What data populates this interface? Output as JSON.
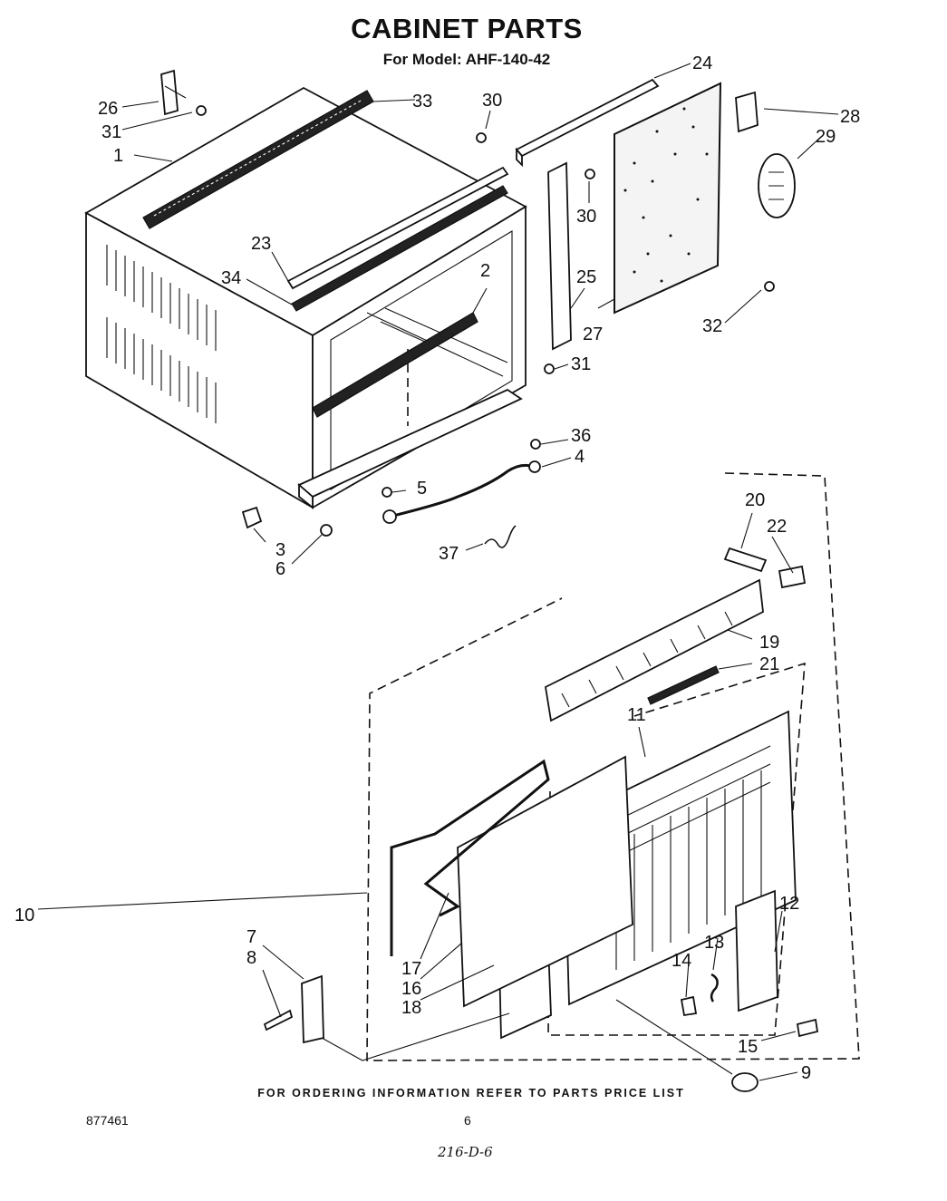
{
  "header": {
    "title": "CABINET PARTS",
    "subtitle": "For Model: AHF-140-42"
  },
  "footer": {
    "ordering_note": "FOR ORDERING INFORMATION REFER TO PARTS PRICE LIST",
    "document_number": "877461",
    "page_number": "6",
    "handwritten_note": "216-D-6"
  },
  "callouts": {
    "c1": "1",
    "c2": "2",
    "c3": "3",
    "c4": "4",
    "c5": "5",
    "c6": "6",
    "c7": "7",
    "c8": "8",
    "c9": "9",
    "c10": "10",
    "c11": "11",
    "c12": "12",
    "c13": "13",
    "c14": "14",
    "c15": "15",
    "c16": "16",
    "c17": "17",
    "c18": "18",
    "c19": "19",
    "c20": "20",
    "c21": "21",
    "c22": "22",
    "c23": "23",
    "c24": "24",
    "c25": "25",
    "c26": "26",
    "c27": "27",
    "c28": "28",
    "c29": "29",
    "c30a": "30",
    "c30b": "30",
    "c31a": "31",
    "c31b": "31",
    "c32": "32",
    "c33": "33",
    "c34": "34",
    "c36": "36",
    "c37": "37"
  }
}
